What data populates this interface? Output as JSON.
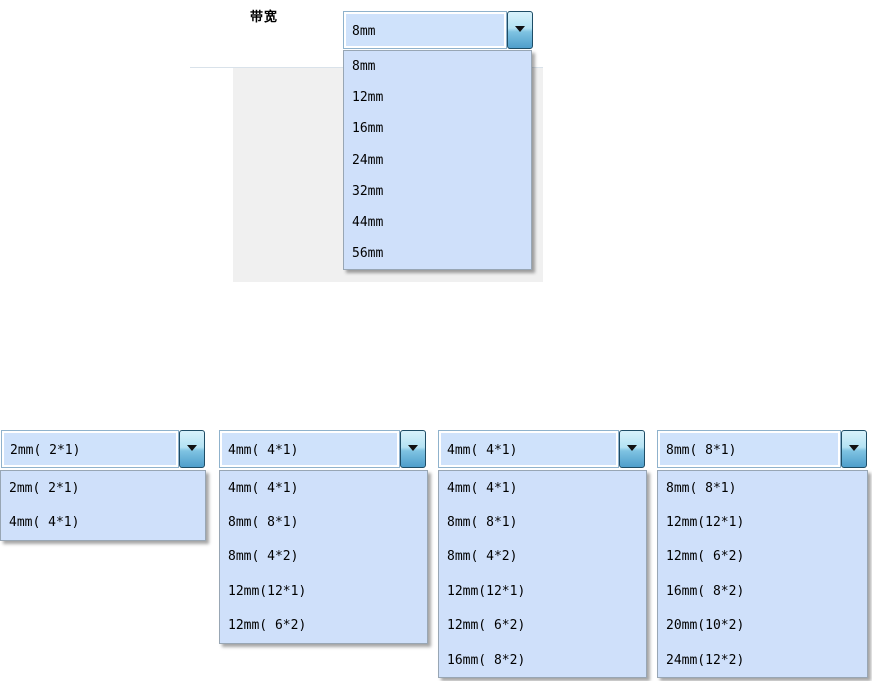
{
  "bandwidth": {
    "label": "带宽",
    "value": "8mm",
    "options": [
      "8mm",
      "12mm",
      "16mm",
      "24mm",
      "32mm",
      "44mm",
      "56mm"
    ]
  },
  "tape_combos": {
    "items": [
      {
        "value": "2mm( 2*1)",
        "options": [
          "2mm( 2*1)",
          "4mm( 4*1)"
        ]
      },
      {
        "value": "4mm( 4*1)",
        "options": [
          "4mm( 4*1)",
          "8mm( 8*1)",
          "8mm( 4*2)",
          "12mm(12*1)",
          "12mm( 6*2)"
        ]
      },
      {
        "value": "4mm( 4*1)",
        "options": [
          "4mm( 4*1)",
          "8mm( 8*1)",
          "8mm( 4*2)",
          "12mm(12*1)",
          "12mm( 6*2)",
          "16mm( 8*2)"
        ]
      },
      {
        "value": "8mm( 8*1)",
        "options": [
          "8mm( 8*1)",
          "12mm(12*1)",
          "12mm( 6*2)",
          "16mm( 8*2)",
          "20mm(10*2)",
          "24mm(12*2)"
        ]
      }
    ]
  },
  "colors": {
    "combo_fill": "#cfe2fb",
    "list_fill": "#cfe0fa",
    "field_border": "#8fb2cc",
    "button_border": "#1e4d66",
    "button_gradient_top": "#d8f2fb",
    "button_gradient_mid_top": "#b4e2f3",
    "button_gradient_mid_bottom": "#7fc3e2",
    "button_gradient_bottom": "#4f9ecb",
    "panel_background": "#f0f0f0",
    "divider_line": "#d9e2ea",
    "list_border": "#98a6b4",
    "text_color": "#000000",
    "arrow_color": "#111111"
  }
}
